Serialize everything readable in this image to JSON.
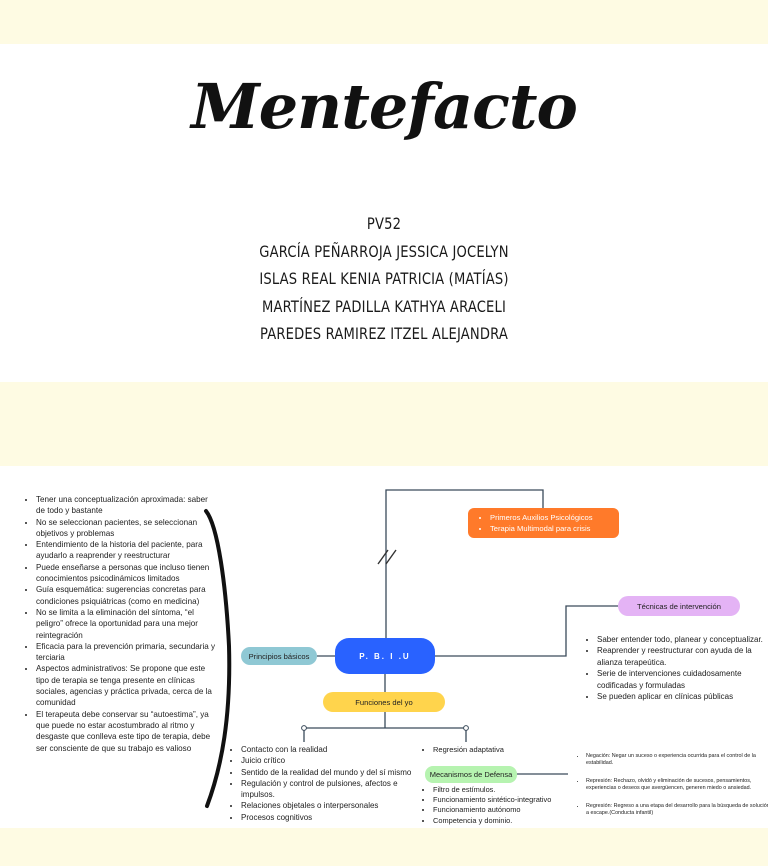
{
  "title": "Mentefacto",
  "authors": [
    "PV52",
    "GARCÍA PEÑARROJA JESSICA JOCELYN",
    "ISLAS REAL KENIA PATRICIA (MATÍAS)",
    "MARTÍNEZ PADILLA KATHYA ARACELI",
    "PAREDES RAMIREZ ITZEL ALEJANDRA"
  ],
  "center": "P. B. I .U",
  "principios": {
    "label": "Principios básicos",
    "items": [
      "Tener una conceptualización aproximada: saber de todo y bastante",
      "No se seleccionan pacientes, se seleccionan objetivos y problemas",
      "Entendimiento de la historia del paciente, para ayudarlo a reaprender y reestructurar",
      "Puede enseñarse a personas que incluso tienen conocimientos psicodinámicos limitados",
      "Guía esquemática: sugerencias concretas para condiciones psiquiátricas (como en medicina)",
      "No se limita a la eliminación del síntoma, “el peligro” ofrece la oportunidad para una mejor reintegración",
      "Eficacia para la prevención primaria, secundaria y terciaria",
      "Aspectos administrativos: Se propone que este tipo de terapia se tenga presente en  clínicas sociales, agencias y práctica privada, cerca de la comunidad",
      "El terapeuta debe conservar su “autoestima”, ya que puede no estar acostumbrado al ritmo y desgaste que conlleva este tipo de terapia, debe ser consciente de que su trabajo es valioso"
    ]
  },
  "excluded": {
    "items": [
      "Primeros Auxilios Psicológicos",
      "Terapia Multimodal para crisis"
    ]
  },
  "tecnicas": {
    "label": "Técnicas de intervención",
    "items": [
      "Saber entender todo, planear y conceptualizar.",
      "Reaprender y reestructurar con ayuda de la alianza terapeútica.",
      "Serie de intervenciones cuidadosamente codificadas y formuladas",
      "Se pueden aplicar en clínicas públicas"
    ]
  },
  "funciones": {
    "label": "Funciones del yo",
    "items": [
      "Contacto con la realidad",
      "Juicio crítico",
      "Sentido de la realidad del mundo y del sí mismo",
      "Regulación y control de pulsiones, afectos e impulsos.",
      "Relaciones objetales o interpersonales",
      "Procesos cognitivos"
    ],
    "right_items": [
      "Regresión adaptativa"
    ]
  },
  "mecanismos": {
    "label": "Mecanismos de Defensa",
    "items": [
      "Filtro de estímulos.",
      "Funcionamiento sintético-integrativo",
      "Funcionamiento autónomo",
      "Competencia y dominio."
    ],
    "defense_items": [
      "Negación: Negar un suceso o experiencia ocurrida para el control de la estabilidad.",
      "Represión: Rechazo, olvidó y eliminación de sucesos, pensamientos, experiencias o deseos que avergüencen, generen miedo o ansiedad.",
      "Regresión: Regreso a una etapa del desarrollo para la búsqueda de solución a escape.(Conducta infantil)"
    ]
  }
}
